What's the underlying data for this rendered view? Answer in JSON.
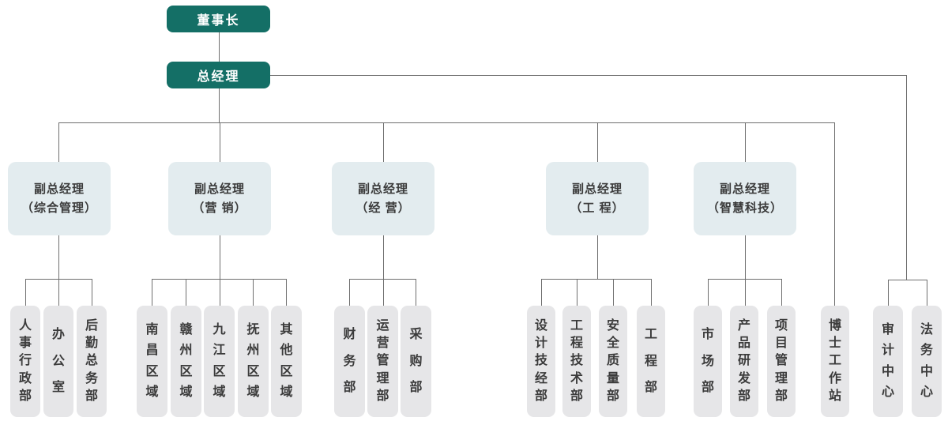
{
  "org": {
    "chairman": "董事长",
    "general_manager": "总经理",
    "deputies": [
      {
        "title": "副总经理",
        "sub": "（综合管理）",
        "depts": [
          "人事行政部",
          "办公室",
          "后勤总务部"
        ]
      },
      {
        "title": "副总经理",
        "sub": "（营 销）",
        "depts": [
          "南昌区域",
          "赣州区域",
          "九江区域",
          "抚州区域",
          "其他区域"
        ]
      },
      {
        "title": "副总经理",
        "sub": "（经 营）",
        "depts": [
          "财务部",
          "运营管理部",
          "采购部"
        ]
      },
      {
        "title": "副总经理",
        "sub": "（工 程）",
        "depts": [
          "设计技经部",
          "工程技术部",
          "安全质量部",
          "工程部"
        ]
      },
      {
        "title": "副总经理",
        "sub": "（智慧科技）",
        "depts": [
          "市场部",
          "产品研发部",
          "项目管理部"
        ]
      }
    ],
    "gm_tier_direct": [
      "博士工作站"
    ],
    "gm_side_direct": [
      "审计中心",
      "法务中心"
    ]
  },
  "colors": {
    "primary_teal": "#146F66",
    "deputy_bg": "#E3ECEF",
    "dept_bg": "#E6E6E8",
    "line": "#6F6F6F",
    "text": "#3B3B3B"
  }
}
